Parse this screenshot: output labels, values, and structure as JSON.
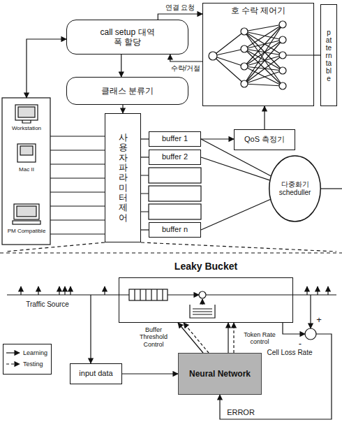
{
  "diagram": {
    "nodes": [
      {
        "text": [
          "call setup 대역폭 할당"
        ]
      },
      {
        "text": [
          "호 수락 제어기"
        ]
      },
      {
        "text": [
          "pattern table"
        ]
      },
      {
        "text": [
          "클래스 분류기"
        ]
      },
      {
        "text": [
          "사용자 파라미터 제어"
        ]
      },
      {
        "text": [
          "buffer 1"
        ]
      },
      {
        "text": [
          "buffer 2"
        ]
      },
      {
        "text": [
          "buffer n"
        ]
      },
      {
        "text": [
          "QoS 측정기"
        ]
      },
      {
        "text": [
          "다중화기 scheduller"
        ]
      },
      {
        "text": [
          "Leaky Bucket"
        ]
      },
      {
        "text": [
          "input data"
        ]
      },
      {
        "text": [
          "Neural Network"
        ]
      }
    ],
    "edges": [
      {
        "from": 0,
        "to": 1,
        "arrow": "to",
        "label": "연결 요청"
      },
      {
        "from": 1,
        "to": 0,
        "arrow": "to",
        "label": "수락/거절"
      },
      {
        "from": 0,
        "to": 3,
        "arrow": "to"
      },
      {
        "from": 3,
        "to": 4,
        "arrow": "to"
      },
      {
        "from": 1,
        "to": 2,
        "arrow": "none"
      },
      {
        "from": 4,
        "to": 5,
        "arrow": "none"
      },
      {
        "from": 4,
        "to": 6,
        "arrow": "none"
      },
      {
        "from": 4,
        "to": 7,
        "arrow": "none"
      },
      {
        "from": 5,
        "to": 8,
        "arrow": "to"
      },
      {
        "from": 8,
        "to": 1,
        "arrow": "to"
      },
      {
        "from": 5,
        "to": 9,
        "arrow": "none"
      },
      {
        "from": 6,
        "to": 9,
        "arrow": "none"
      },
      {
        "from": 7,
        "to": 9,
        "arrow": "none"
      },
      {
        "from": 11,
        "to": 12,
        "arrow": "to"
      },
      {
        "from": 12,
        "to": 10,
        "arrow": "to",
        "label": "Buffer Threshold Control"
      },
      {
        "from": 12,
        "to": 10,
        "arrow": "to",
        "label": "Token Rate control"
      }
    ],
    "labels": [
      "Workstation",
      "Mac II",
      "PM Compatible",
      "Traffic Source",
      "+",
      "-",
      "Cell Loss Rate",
      "ERROR"
    ],
    "legend": [
      {
        "text": "Learning"
      },
      {
        "text": "Testing"
      }
    ]
  }
}
